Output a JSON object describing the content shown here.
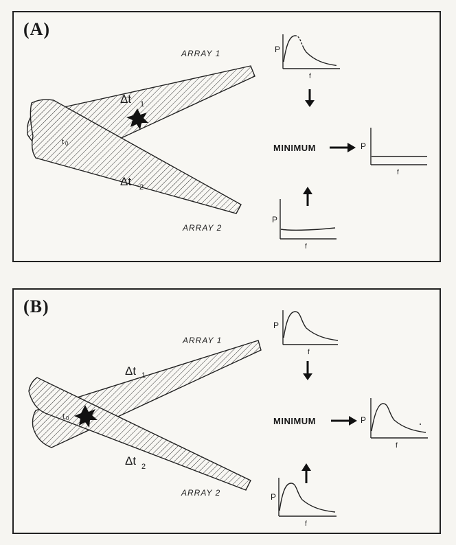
{
  "panels": [
    {
      "label": "(A)",
      "array1_label": "ARRAY 1",
      "array2_label": "ARRAY 2",
      "delta_t1": "Δt",
      "delta_t1_sub": "1",
      "delta_t2": "Δt",
      "delta_t2_sub": "2",
      "t0_label": "t",
      "t0_sub": "0",
      "minimum_label": "MINIMUM",
      "graph_top": {
        "y_axis": "P",
        "x_axis": "f",
        "shape": "peaked"
      },
      "graph_bottom": {
        "y_axis": "P",
        "x_axis": "f",
        "shape": "flat"
      },
      "graph_result": {
        "y_axis": "P",
        "x_axis": "f",
        "shape": "flat"
      }
    },
    {
      "label": "(B)",
      "array1_label": "ARRAY 1",
      "array2_label": "ARRAY 2",
      "delta_t1": "Δt",
      "delta_t1_sub": "1",
      "delta_t2": "Δt",
      "delta_t2_sub": "2",
      "t0_label": "t",
      "t0_sub": "0",
      "minimum_label": "MINIMUM",
      "graph_top": {
        "y_axis": "P",
        "x_axis": "f",
        "shape": "peaked"
      },
      "graph_bottom": {
        "y_axis": "P",
        "x_axis": "f",
        "shape": "peaked"
      },
      "graph_result": {
        "y_axis": "P",
        "x_axis": "f",
        "shape": "peaked"
      }
    }
  ]
}
